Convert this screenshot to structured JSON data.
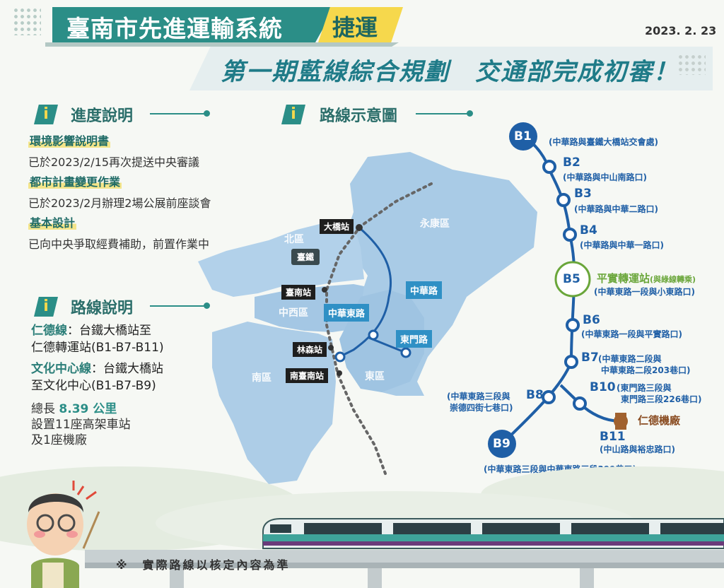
{
  "header": {
    "title": "臺南市先進運輸系統",
    "tag": "捷運",
    "date": "2023. 2. 23",
    "subtitle": "第一期藍線綜合規劃　交通部完成初審！"
  },
  "progress": {
    "icon": "i",
    "heading": "進度說明",
    "items": [
      {
        "title": "環境影響說明書",
        "text": "已於2023/2/15再次提送中央審議"
      },
      {
        "title": "都市計畫變更作業",
        "text": "已於2023/2月辦理2場公展前座談會"
      },
      {
        "title": "基本設計",
        "text": "已向中央爭取經費補助，前置作業中"
      }
    ]
  },
  "route_desc": {
    "icon": "i",
    "heading": "路線說明",
    "line1_name": "仁德線",
    "line1_a": "：台鐵大橋站至",
    "line1_b": "仁德轉運站(B1-B7-B11)",
    "line2_name": "文化中心線",
    "line2_a": "：台鐵大橋站",
    "line2_b": "至文化中心(B1-B7-B9)",
    "total_prefix": "總長 ",
    "total_num": "8.39 公里",
    "stations": "設置11座高架車站",
    "depot": "及1座機廠"
  },
  "map": {
    "icon": "i",
    "heading": "路線示意圖",
    "districts": {
      "north": "北區",
      "yongkang": "永康區",
      "central_west": "中西區",
      "south": "南區",
      "east": "東區"
    },
    "stations": {
      "daqiao": "大橋站",
      "tainan": "臺南站",
      "linsen": "林森站",
      "south_tainan": "南臺南站"
    },
    "railway_label": "臺鐵",
    "roads": {
      "zhonghua": "中華路",
      "zhonghua_east": "中華東路",
      "dongmen": "東門路"
    },
    "colors": {
      "land": "#a9cbe6",
      "line": "#1f5fa6",
      "rail": "#666666"
    }
  },
  "diagram": {
    "stations": [
      {
        "id": "B1",
        "desc": "(中華路與臺鐵大橋站交會處)"
      },
      {
        "id": "B2",
        "desc": "(中華路與中山南路口)"
      },
      {
        "id": "B3",
        "desc": "(中華路與中華二路口)"
      },
      {
        "id": "B4",
        "desc": "(中華路與中華一路口)"
      },
      {
        "id": "B5",
        "name": "平實轉運站",
        "name_note": "(與綠線轉乘)",
        "desc": "(中華東路一段與小東路口)"
      },
      {
        "id": "B6",
        "desc": "(中華東路一段與平實路口)"
      },
      {
        "id": "B7",
        "desc1": "(中華東路二段與",
        "desc2": "中華東路二段203巷口)"
      },
      {
        "id": "B8",
        "desc1": "(中華東路三段與",
        "desc2": "崇德四街七巷口)"
      },
      {
        "id": "B9",
        "desc": "(中華東路三段與中華東路三段399巷口)"
      },
      {
        "id": "B10",
        "desc1": "(東門路三段與",
        "desc2": "東門路三段226巷口)"
      },
      {
        "id": "B11",
        "desc": "(中山路與裕忠路口)"
      }
    ],
    "depot": "仁德機廠",
    "colors": {
      "line": "#1f5fa6",
      "b5_accent": "#6aa63a",
      "depot": "#a0612e"
    }
  },
  "footer": {
    "note": "※　實際路線以核定內容為準"
  }
}
